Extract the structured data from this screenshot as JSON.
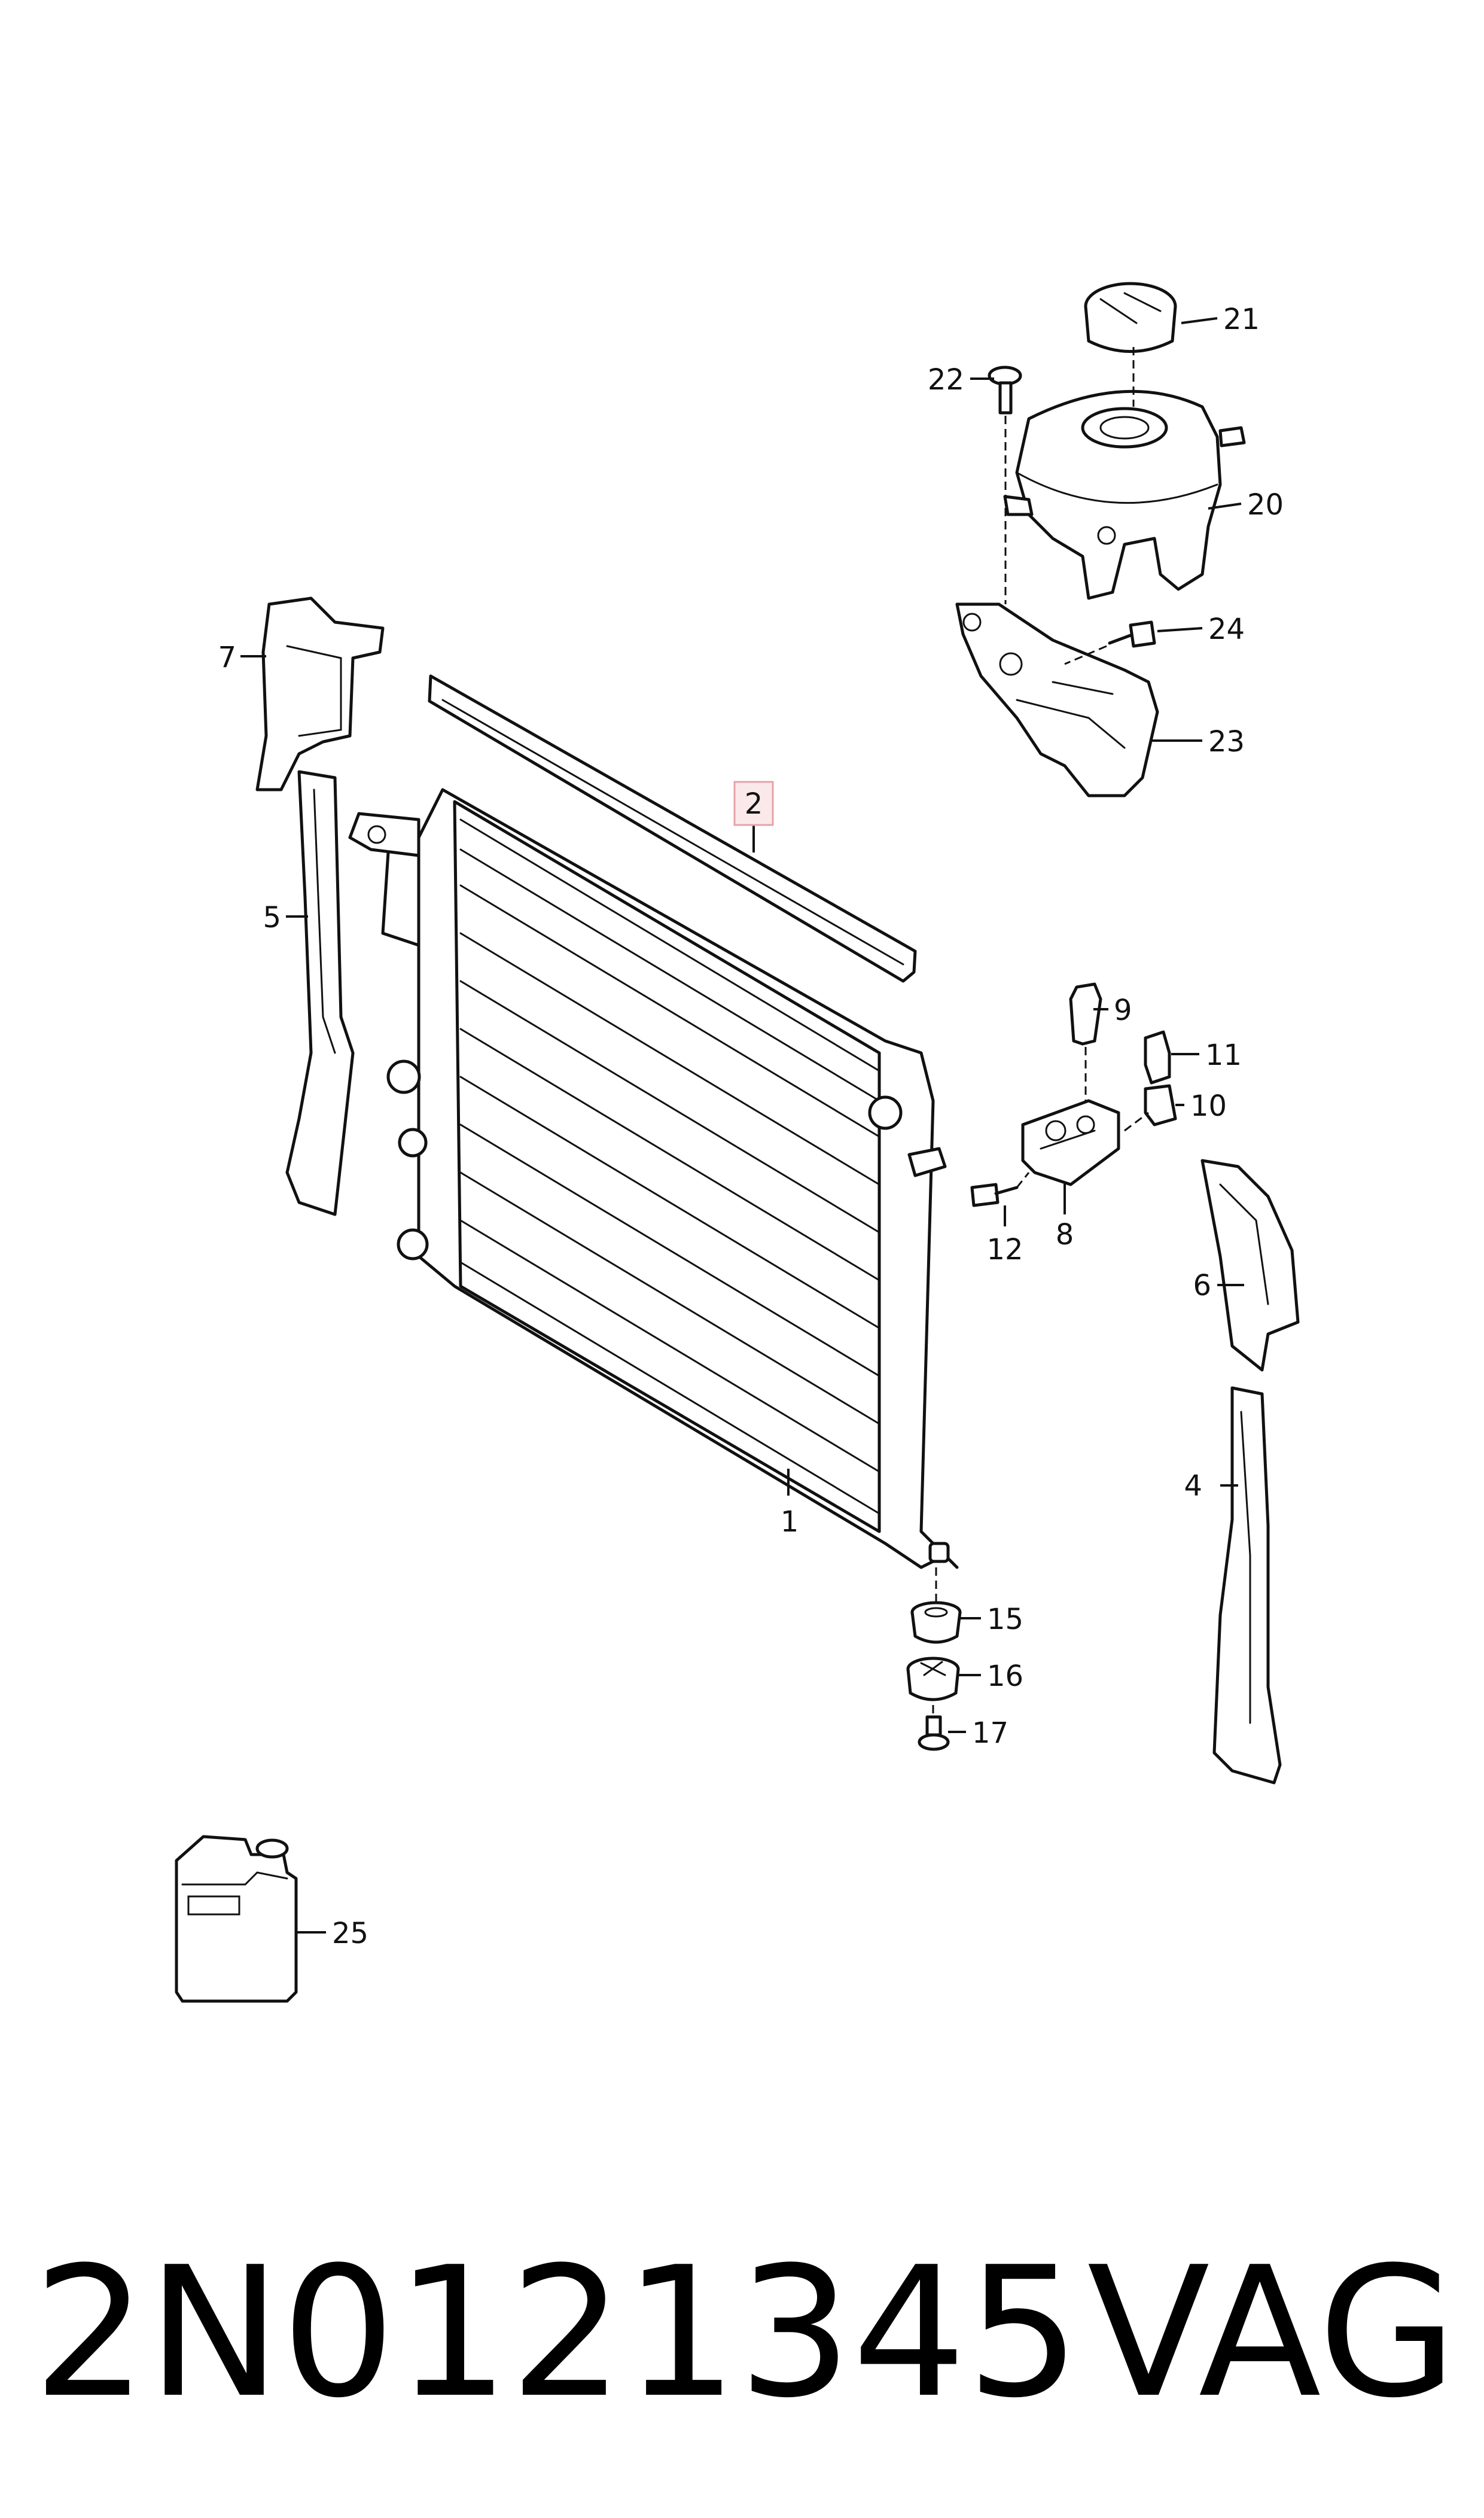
{
  "diagram": {
    "callouts": [
      "1",
      "2",
      "4",
      "5",
      "6",
      "7",
      "8",
      "9",
      "10",
      "11",
      "12",
      "15",
      "16",
      "17",
      "20",
      "21",
      "22",
      "23",
      "24",
      "25"
    ],
    "highlight_color": "#e5a3a8"
  },
  "footer": {
    "part_number": "2N0121345",
    "brand": "VAG"
  }
}
